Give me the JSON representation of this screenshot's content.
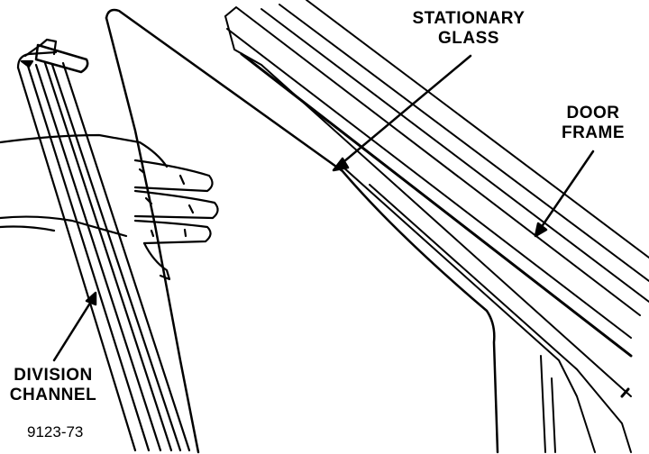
{
  "labels": {
    "stationary_glass": [
      "STATIONARY",
      "GLASS"
    ],
    "door_frame": [
      "DOOR",
      "FRAME"
    ],
    "division_channel": [
      "DIVISION",
      "CHANNEL"
    ]
  },
  "figure_number": "9123-73",
  "colors": {
    "ink": "#000000",
    "paper": "#ffffff"
  }
}
